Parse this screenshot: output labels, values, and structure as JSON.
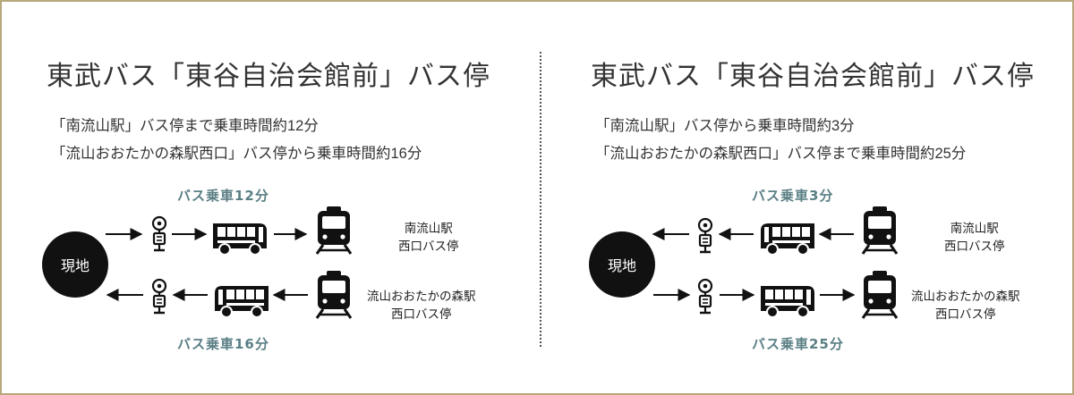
{
  "panels": [
    {
      "title": "東武バス「東谷自治会館前」バス停",
      "lines": [
        "「南流山駅」バス停まで乗車時間約12分",
        "「流山おおたかの森駅西口」バス停から乗車時間約16分"
      ],
      "top_route": {
        "bus_time": "バス乗車12分",
        "station": [
          "南流山駅",
          "西口バス停"
        ]
      },
      "bottom_route": {
        "bus_time": "バス乗車16分",
        "station": [
          "流山おおたかの森駅",
          "西口バス停"
        ]
      },
      "here_label": "現地"
    },
    {
      "title": "東武バス「東谷自治会館前」バス停",
      "lines": [
        "「南流山駅」バス停から乗車時間約3分",
        "「流山おおたかの森駅西口」バス停まで乗車時間約25分"
      ],
      "top_route": {
        "bus_time": "バス乗車3分",
        "station": [
          "南流山駅",
          "西口バス停"
        ]
      },
      "bottom_route": {
        "bus_time": "バス乗車25分",
        "station": [
          "流山おおたかの森駅",
          "西口バス停"
        ]
      },
      "here_label": "現地"
    }
  ],
  "colors": {
    "border": "#b8a77b",
    "bus_time": "#5a7f85",
    "text": "#333333",
    "icon": "#111111"
  },
  "icons": [
    "bus-stop-icon",
    "bus-icon",
    "train-icon",
    "arrow-icon"
  ]
}
